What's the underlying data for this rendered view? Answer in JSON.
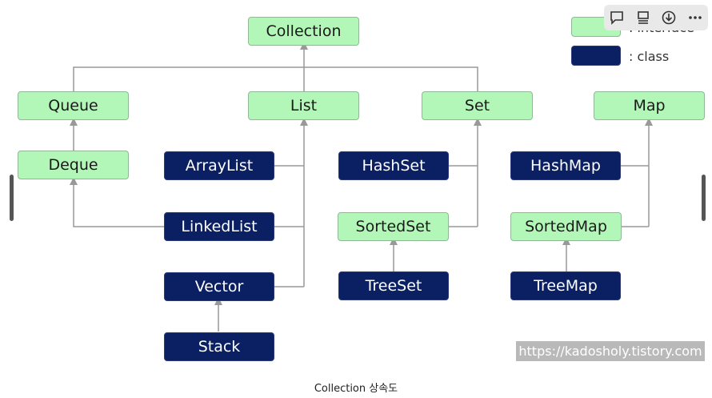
{
  "nodes": {
    "collection": "Collection",
    "queue": "Queue",
    "list": "List",
    "set": "Set",
    "map": "Map",
    "deque": "Deque",
    "arraylist": "ArrayList",
    "linkedlist": "LinkedList",
    "vector": "Vector",
    "stack": "Stack",
    "hashset": "HashSet",
    "sortedset": "SortedSet",
    "treeset": "TreeSet",
    "hashmap": "HashMap",
    "sortedmap": "SortedMap",
    "treemap": "TreeMap"
  },
  "legend": {
    "interface_label": ": interface",
    "class_label": ": class"
  },
  "watermark": "https://kadosholy.tistory.com",
  "caption": "Collection 상속도",
  "toolbar": [
    "comment-icon",
    "bookmark-icon",
    "download-icon",
    "more-icon"
  ],
  "colors": {
    "interface_fill": "#b3f7b8",
    "class_fill": "#0b1f63",
    "line": "#999999"
  }
}
